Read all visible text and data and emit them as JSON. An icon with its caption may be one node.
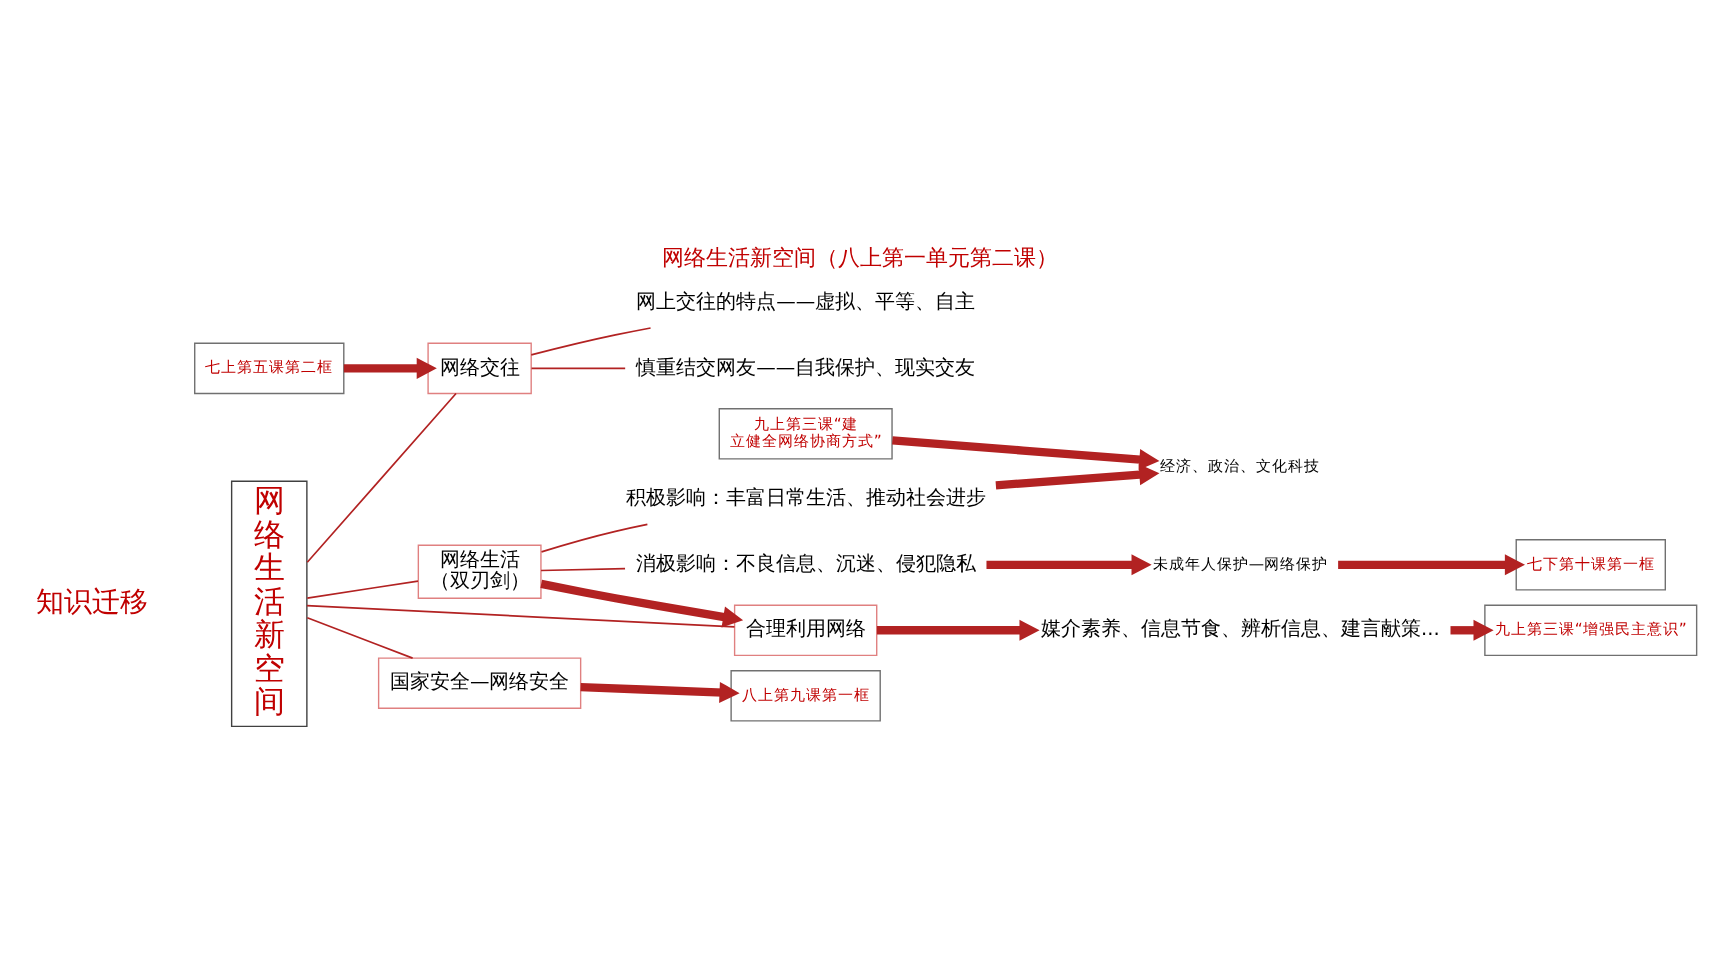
{
  "diagram": {
    "title": "网络生活新空间（八上第一单元第二课）",
    "nodes": [
      {
        "text": [
          "网络生活新空间"
        ]
      },
      {
        "text": [
          "七上第五课第二框"
        ]
      },
      {
        "text": [
          "网络交往"
        ]
      },
      {
        "text": [
          "网上交往的特点——虚拟、平等、自主"
        ]
      },
      {
        "text": [
          "慎重结交网友——自我保护、现实交友"
        ]
      },
      {
        "text": [
          "网络生活（双刃剑）"
        ]
      },
      {
        "text": [
          "积极影响：丰富日常生活、推动社会进步"
        ]
      },
      {
        "text": [
          "消极影响：不良信息、沉迷、侵犯隐私"
        ]
      },
      {
        "text": [
          "九上第三课“建立健全网络协商方式”"
        ]
      },
      {
        "text": [
          "经济、政治、文化科技"
        ]
      },
      {
        "text": [
          "未成年人保护—网络保护"
        ]
      },
      {
        "text": [
          "七下第十课第一框"
        ]
      },
      {
        "text": [
          "合理利用网络"
        ]
      },
      {
        "text": [
          "媒介素养、信息节食、辨析信息、建言献策..."
        ]
      },
      {
        "text": [
          "九上第三课“增强民主意识”"
        ]
      },
      {
        "text": [
          "国家安全—网络安全"
        ]
      },
      {
        "text": [
          "八上第九课第一框"
        ]
      }
    ],
    "edges": [
      {
        "from": 0,
        "to": 2,
        "arrow": "none"
      },
      {
        "from": 0,
        "to": 5,
        "arrow": "none"
      },
      {
        "from": 0,
        "to": 12,
        "arrow": "none"
      },
      {
        "from": 0,
        "to": 15,
        "arrow": "none"
      },
      {
        "from": 1,
        "to": 2,
        "arrow": "to"
      },
      {
        "from": 2,
        "to": 3,
        "arrow": "none"
      },
      {
        "from": 2,
        "to": 4,
        "arrow": "none"
      },
      {
        "from": 5,
        "to": 6,
        "arrow": "none"
      },
      {
        "from": 5,
        "to": 7,
        "arrow": "none"
      },
      {
        "from": 5,
        "to": 12,
        "arrow": "to"
      },
      {
        "from": 6,
        "to": 9,
        "arrow": "to"
      },
      {
        "from": 8,
        "to": 9,
        "arrow": "to"
      },
      {
        "from": 7,
        "to": 10,
        "arrow": "to"
      },
      {
        "from": 10,
        "to": 11,
        "arrow": "to"
      },
      {
        "from": 12,
        "to": 13,
        "arrow": "to"
      },
      {
        "from": 13,
        "to": 14,
        "arrow": "to"
      },
      {
        "from": 15,
        "to": 16,
        "arrow": "to"
      }
    ],
    "labels": [
      "知识迁移"
    ]
  }
}
